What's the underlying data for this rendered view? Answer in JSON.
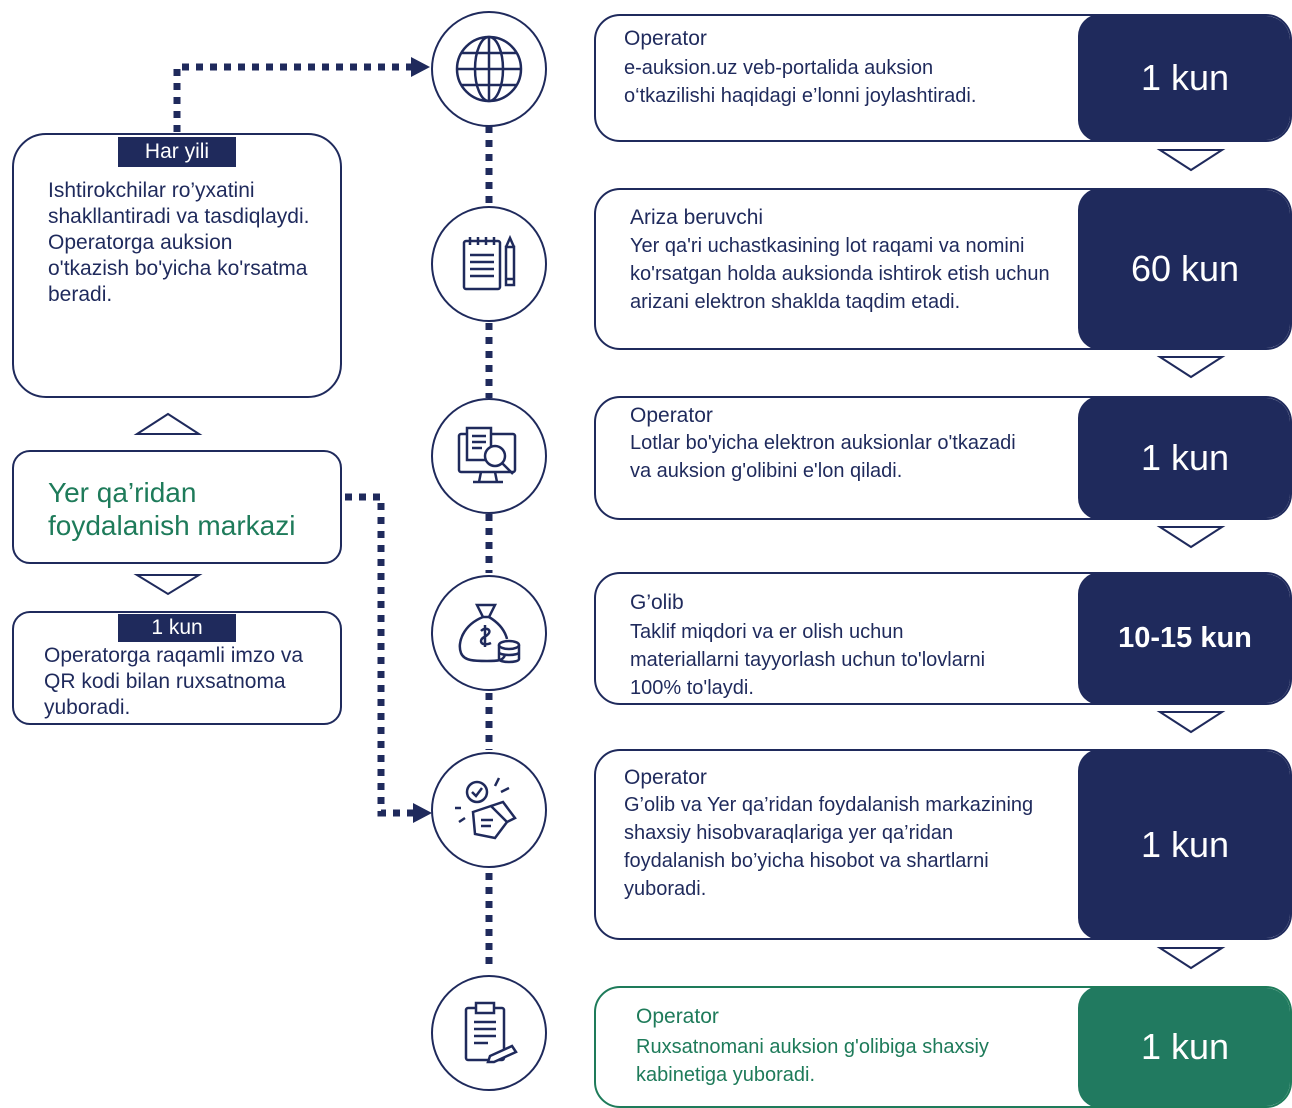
{
  "left": {
    "top_tag": "Har yili",
    "top_text": "Ishtirokchilar ro’yxatini shakllantiradi va tasdiqlaydi. Operatorga auksion o'tkazish bo'yicha ko'rsatma beradi.",
    "center_title": "Yer qa’ridan foydalanish markazi",
    "bottom_tag": "1 kun",
    "bottom_text": "Operatorga raqamli imzo va QR kodi bilan ruxsatnoma yuboradi."
  },
  "steps": [
    {
      "icon": "globe-icon",
      "who": "Operator",
      "desc": "e-auksion.uz veb-portalida auksion o‘tkazilishi haqidagi e’lonni joylashtiradi.",
      "duration": "1 kun"
    },
    {
      "icon": "notepad-pencil-icon",
      "who": "Ariza beruvchi",
      "desc": "Yer qa'ri uchastkasining lot raqami va nomini ko'rsatgan holda auksionda ishtirok etish uchun arizani elektron shaklda taqdim etadi.",
      "duration": "60 kun"
    },
    {
      "icon": "monitor-search-icon",
      "who": "Operator",
      "desc": "Lotlar bo'yicha elektron auksionlar o'tkazadi va auksion g'olibini e'lon qiladi.",
      "duration": "1 kun"
    },
    {
      "icon": "money-bag-coins-icon",
      "who": "G’olib",
      "desc": "Taklif miqdori va er olish uchun materiallarni tayyorlash uchun to'lovlarni 100% to'laydi.",
      "duration": "10-15 kun"
    },
    {
      "icon": "approval-hand-icon",
      "who": "Operator",
      "desc": "G’olib va Yer qa’ridan foydalanish markazining shaxsiy hisobvaraqlariga yer qa’ridan foydalanish bo’yicha hisobot va shartlarni yuboradi.",
      "duration": "1 kun"
    },
    {
      "icon": "clipboard-pen-icon",
      "who": "Operator",
      "desc": "Ruxsatnomani auksion g'olibiga shaxsiy kabinetiga yuboradi.",
      "duration": "1 kun"
    }
  ],
  "colors": {
    "navy": "#1f2a5c",
    "green": "#1e7b5a"
  }
}
